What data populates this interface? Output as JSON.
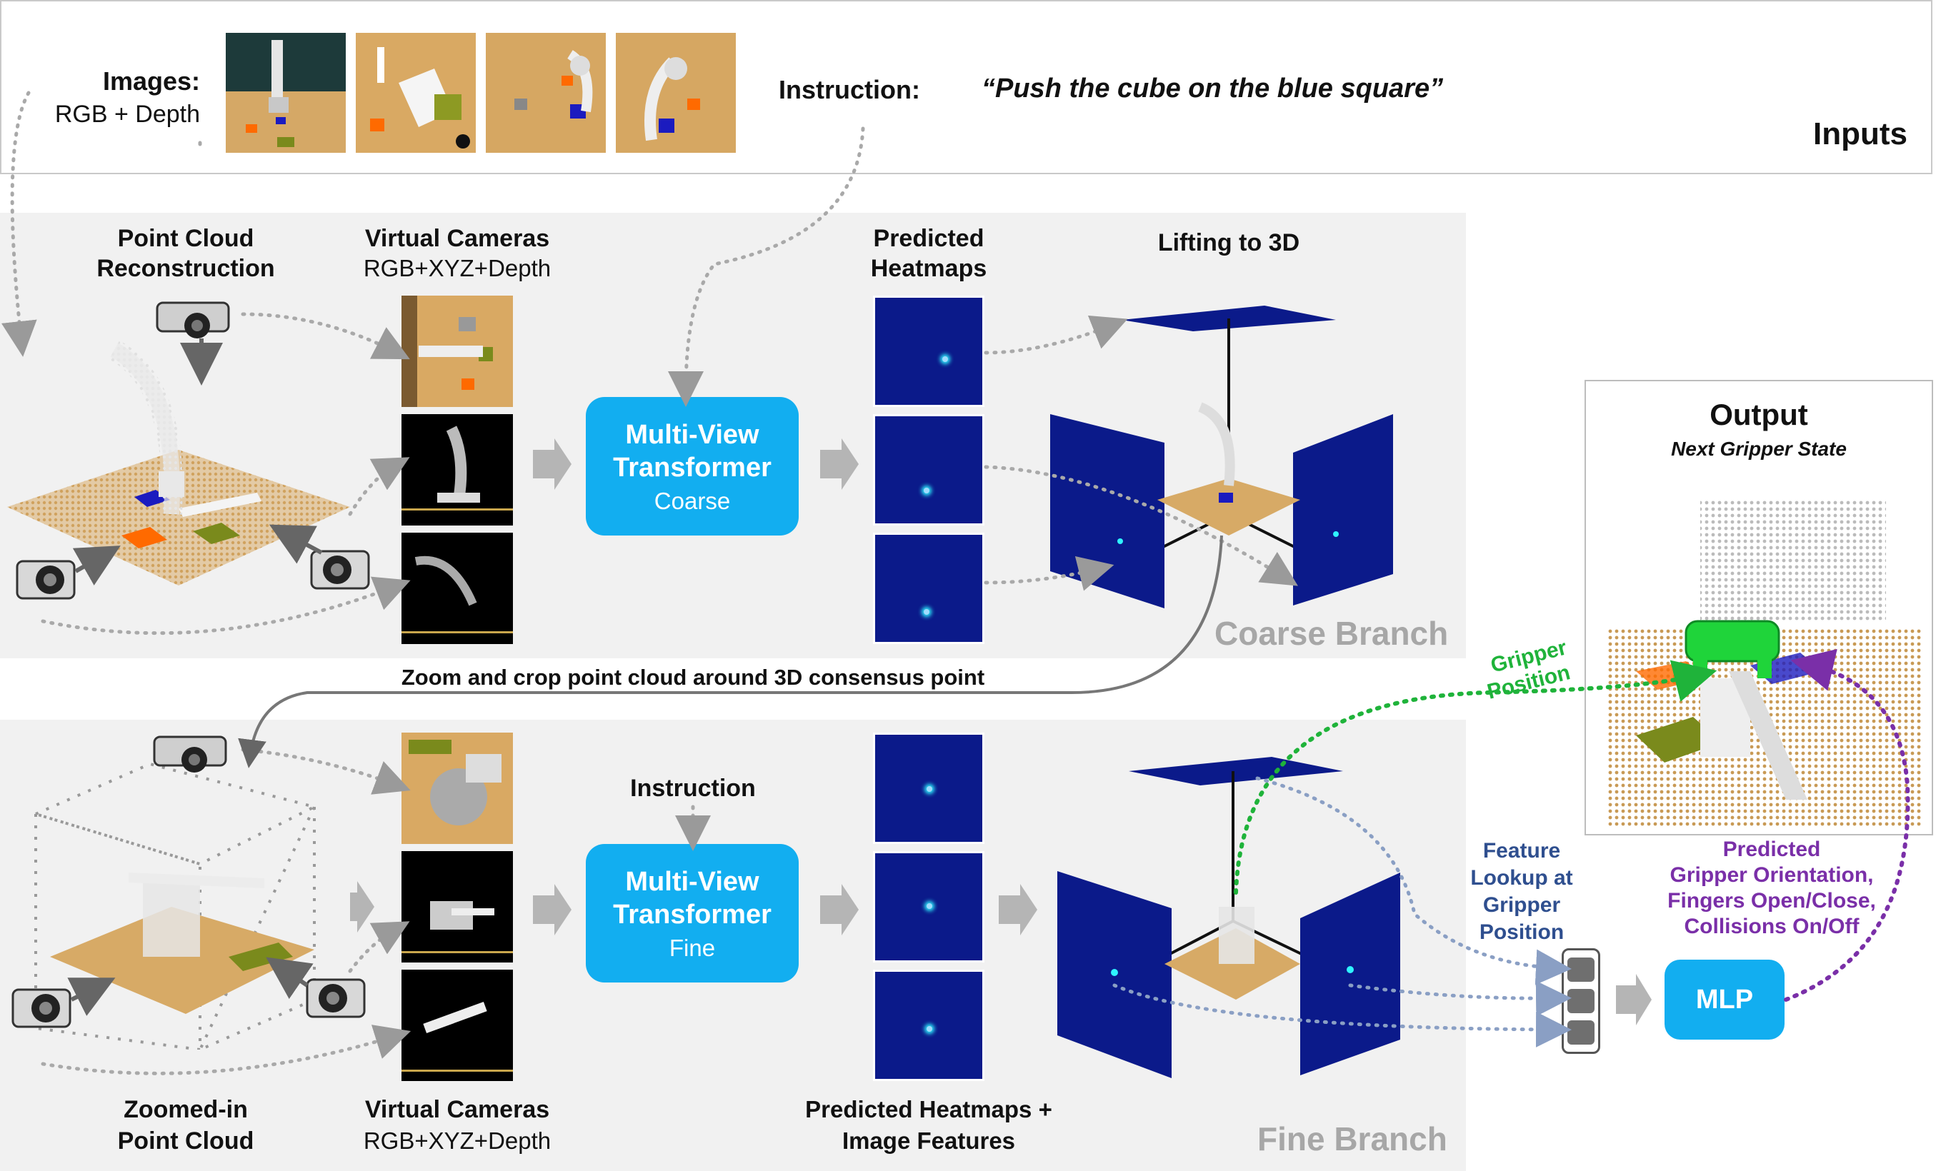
{
  "inputs": {
    "images_label": "Images:",
    "images_sub": "RGB + Depth",
    "instruction_label": "Instruction:",
    "instruction_text": "“Push the cube on the blue square”",
    "title": "Inputs"
  },
  "coarse": {
    "point_cloud_line1": "Point Cloud",
    "point_cloud_line2": "Reconstruction",
    "virtual_cameras": "Virtual Cameras",
    "virtual_cameras_sub": "RGB+XYZ+Depth",
    "mvt_line1": "Multi-View",
    "mvt_line2": "Transformer",
    "mvt_sub": "Coarse",
    "predicted_line1": "Predicted",
    "predicted_line2": "Heatmaps",
    "lifting": "Lifting to 3D",
    "branch_title": "Coarse Branch"
  },
  "zoom_text": "Zoom and crop point cloud around 3D consensus point",
  "fine": {
    "zoomed_line1": "Zoomed-in",
    "zoomed_line2": "Point Cloud",
    "virtual_cameras": "Virtual Cameras",
    "virtual_cameras_sub": "RGB+XYZ+Depth",
    "instruction": "Instruction",
    "mvt_line1": "Multi-View",
    "mvt_line2": "Transformer",
    "mvt_sub": "Fine",
    "predicted_line1": "Predicted Heatmaps +",
    "predicted_line2": "Image Features",
    "branch_title": "Fine Branch"
  },
  "output": {
    "title": "Output",
    "subtitle": "Next Gripper State",
    "gripper_line1": "Gripper",
    "gripper_line2": "Position",
    "feature_line1": "Feature",
    "feature_line2": "Lookup at",
    "feature_line3": "Gripper",
    "feature_line4": "Position",
    "predicted_line1": "Predicted",
    "predicted_line2": "Gripper Orientation,",
    "predicted_line3": "Fingers Open/Close,",
    "predicted_line4": "Collisions On/Off",
    "mlp": "MLP"
  },
  "colors": {
    "accent_blue": "#12aef0",
    "heatmap_bg": "#0b1a8a",
    "gripper_green": "#1fb33a",
    "predicted_purple": "#7a2fa8",
    "feature_blue": "#2f4f8f",
    "branch_gray": "#a7a7a7"
  }
}
